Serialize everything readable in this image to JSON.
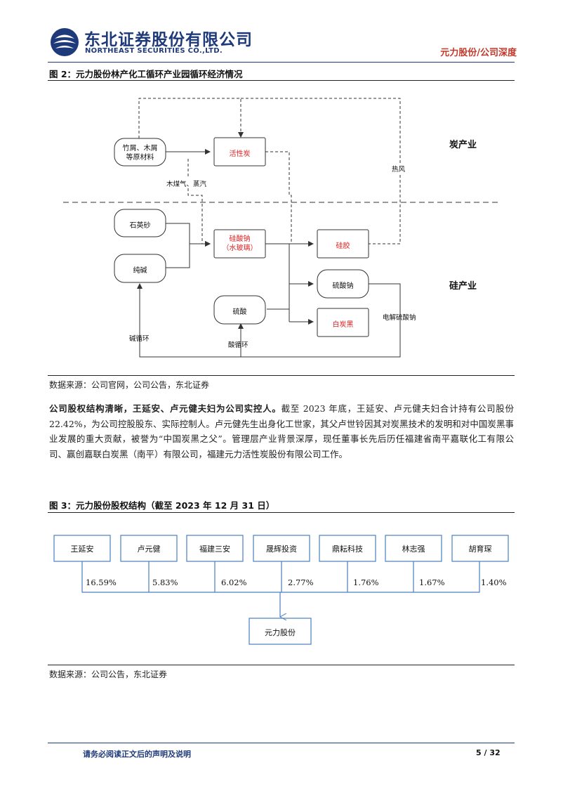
{
  "header": {
    "company_cn": "东北证券股份有限公司",
    "company_en": "NORTHEAST SECURITIES CO.,LTD.",
    "right_label": "元力股份/公司深度",
    "brand_color": "#1f3a7a"
  },
  "figure2": {
    "title": "图 2：元力股份林产化工循环产业园循环经济情况",
    "zone_top": "炭产业",
    "zone_bottom": "硅产业",
    "nodes": {
      "raw_line1": "竹屑、木屑",
      "raw_line2": "等原材料",
      "activated_carbon": "活性炭",
      "quartz_sand": "石英砂",
      "soda_ash": "纯碱",
      "sodium_silicate_line1": "硅酸钠",
      "sodium_silicate_line2": "（水玻璃）",
      "silica_gel": "硅胶",
      "sodium_sulfate": "硫酸钠",
      "sulfuric_acid": "硫酸",
      "white_carbon_black": "白炭黑"
    },
    "labels": {
      "wood_gas": "木煤气、蒸汽",
      "hot_air": "热风",
      "alkali_cycle": "碱循环",
      "acid_cycle": "酸循环",
      "electrolysis": "电解硫酸钠"
    },
    "source": "数据来源：公司官网，公司公告，东北证券"
  },
  "paragraph": {
    "bold": "公司股权结构清晰，王延安、卢元健夫妇为公司实控人。",
    "text": "截至 2023 年底，王延安、卢元健夫妇合计持有公司股份 22.42%，为公司控股股东、实际控制人。卢元健先生出身化工世家，其父卢世铃因其对炭黑技术的发明和对中国炭黑事业发展的重大贡献，被誉为“中国炭黑之父”。管理层产业背景深厚，现任董事长先后历任福建省南平嘉联化工有限公司、赢创嘉联白炭黑（南平）有限公司，福建元力活性炭股份有限公司工作。"
  },
  "figure3": {
    "title": "图 3：元力股份股权结构（截至 2023 年 12 月 31 日）",
    "shareholders": [
      {
        "name": "王延安",
        "pct": "16.59%"
      },
      {
        "name": "卢元健",
        "pct": "5.83%"
      },
      {
        "name": "福建三安",
        "pct": "6.02%"
      },
      {
        "name": "晟辉投资",
        "pct": "2.77%"
      },
      {
        "name": "鼎耘科技",
        "pct": "1.76%"
      },
      {
        "name": "林志强",
        "pct": "1.67%"
      },
      {
        "name": "胡育琛",
        "pct": "1.40%"
      }
    ],
    "company": "元力股份",
    "source": "数据来源：公司公告，东北证券"
  },
  "footer": {
    "disclaimer": "请务必阅读正文后的声明及说明",
    "page": "5 / 32"
  },
  "colors": {
    "highlight_red": "#e02020",
    "line": "#333333"
  }
}
